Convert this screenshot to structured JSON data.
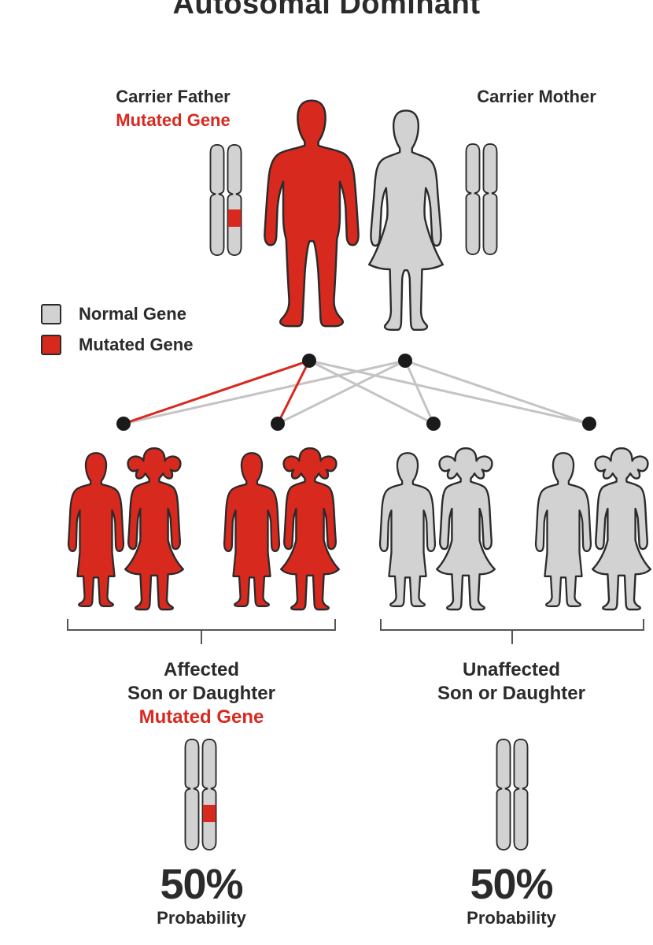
{
  "title": "Autosomal Dominant",
  "parents": {
    "father": {
      "label": "Carrier Father",
      "gene_label": "Mutated Gene"
    },
    "mother": {
      "label": "Carrier Mother"
    }
  },
  "legend": [
    {
      "label": "Normal Gene",
      "color": "#d2d2d2"
    },
    {
      "label": "Mutated Gene",
      "color": "#d8291f"
    }
  ],
  "outcomes": {
    "affected": {
      "line1": "Affected",
      "line2": "Son or Daughter",
      "gene_label": "Mutated Gene",
      "percent": "50%",
      "percent_label": "Probability"
    },
    "unaffected": {
      "line1": "Unaffected",
      "line2": "Son or Daughter",
      "percent": "50%",
      "percent_label": "Probability"
    }
  },
  "colors": {
    "mutated": "#d8291f",
    "normal": "#d2d2d2",
    "outline": "#2b2b2b",
    "line_normal": "#c4c4c4"
  }
}
